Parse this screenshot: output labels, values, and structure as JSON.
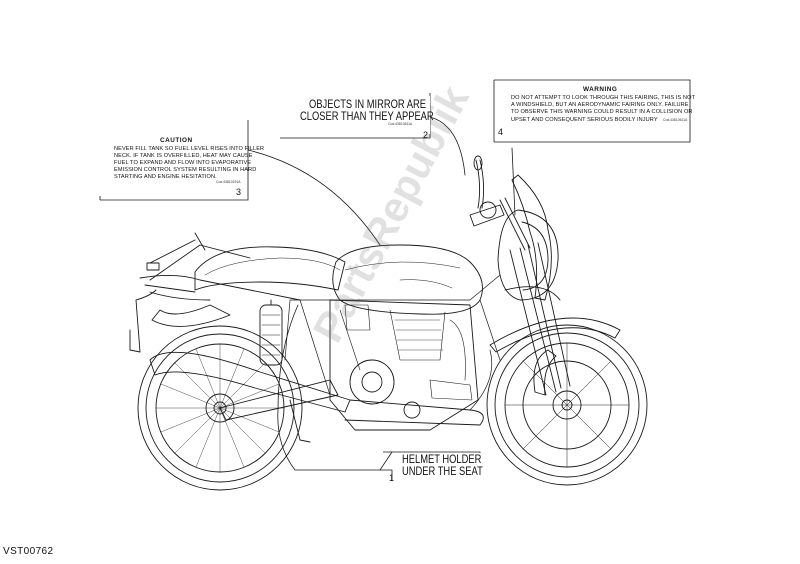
{
  "labels": {
    "caution": {
      "number": "3",
      "header": "CAUTION",
      "lines": [
        "NEVER FILL TANK SO FUEL LEVEL RISES INTO FILLER",
        "NECK. IF TANK IS OVERFILLED, HEAT MAY CAUSE",
        "FUEL TO EXPAND AND FLOW INTO EVAPORATIVE",
        "EMISSION CONTROL SYSTEM RESULTING IN HARD",
        "STARTING AND ENGINE HESITATION."
      ],
      "code": "Cod.43810191A"
    },
    "mirror": {
      "number": "2",
      "lines": [
        "OBJECTS IN MIRROR ARE",
        "CLOSER THAN THEY APPEAR"
      ],
      "code": "Cod.43810611A"
    },
    "warning": {
      "number": "4",
      "header": "WARNING",
      "lines": [
        "DO NOT ATTEMPT TO LOOK THROUGH THIS FAIRING, THIS IS NOT",
        "A WINDSHIELD, BUT AN AERODYNAMIC FAIRING ONLY. FAILURE",
        "TO OBSERVE THIS WARNING COULD RESULT IN A COLLISION OR",
        "UPSET AND CONSEQUENT SERIOUS BODILY INJURY"
      ],
      "code": "Cod.43810611A"
    },
    "helmet": {
      "number": "1",
      "lines": [
        "HELMET HOLDER",
        "UNDER THE SEAT"
      ]
    }
  },
  "diagram_code": "VST00762",
  "watermark": "PartsRepublik",
  "colors": {
    "line": "#1a1a1a",
    "background": "#ffffff"
  }
}
